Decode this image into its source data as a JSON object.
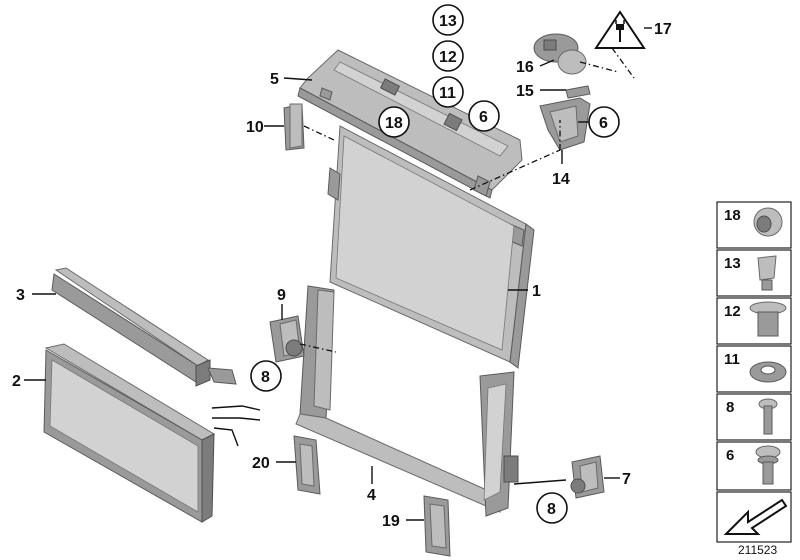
{
  "callouts": {
    "c1": "1",
    "c2": "2",
    "c3": "3",
    "c4": "4",
    "c5": "5",
    "c6a": "6",
    "c6b": "6",
    "c7": "7",
    "c8a": "8",
    "c8b": "8",
    "c9": "9",
    "c10": "10",
    "c11": "11",
    "c12": "12",
    "c13": "13",
    "c14": "14",
    "c15": "15",
    "c16": "16",
    "c17": "17",
    "c18": "18",
    "c19": "19",
    "c20": "20"
  },
  "legend": {
    "items": [
      {
        "label": "18",
        "icon": "bushing-icon"
      },
      {
        "label": "13",
        "icon": "expansion-rivet-icon"
      },
      {
        "label": "12",
        "icon": "clip-nut-icon"
      },
      {
        "label": "11",
        "icon": "rubber-grommet-icon"
      },
      {
        "label": "8",
        "icon": "screw-icon"
      },
      {
        "label": "6",
        "icon": "collar-screw-icon"
      }
    ]
  },
  "doc_id": "211523",
  "colors": {
    "part": "#9a9a9a",
    "line": "#111111",
    "background": "#ffffff"
  }
}
